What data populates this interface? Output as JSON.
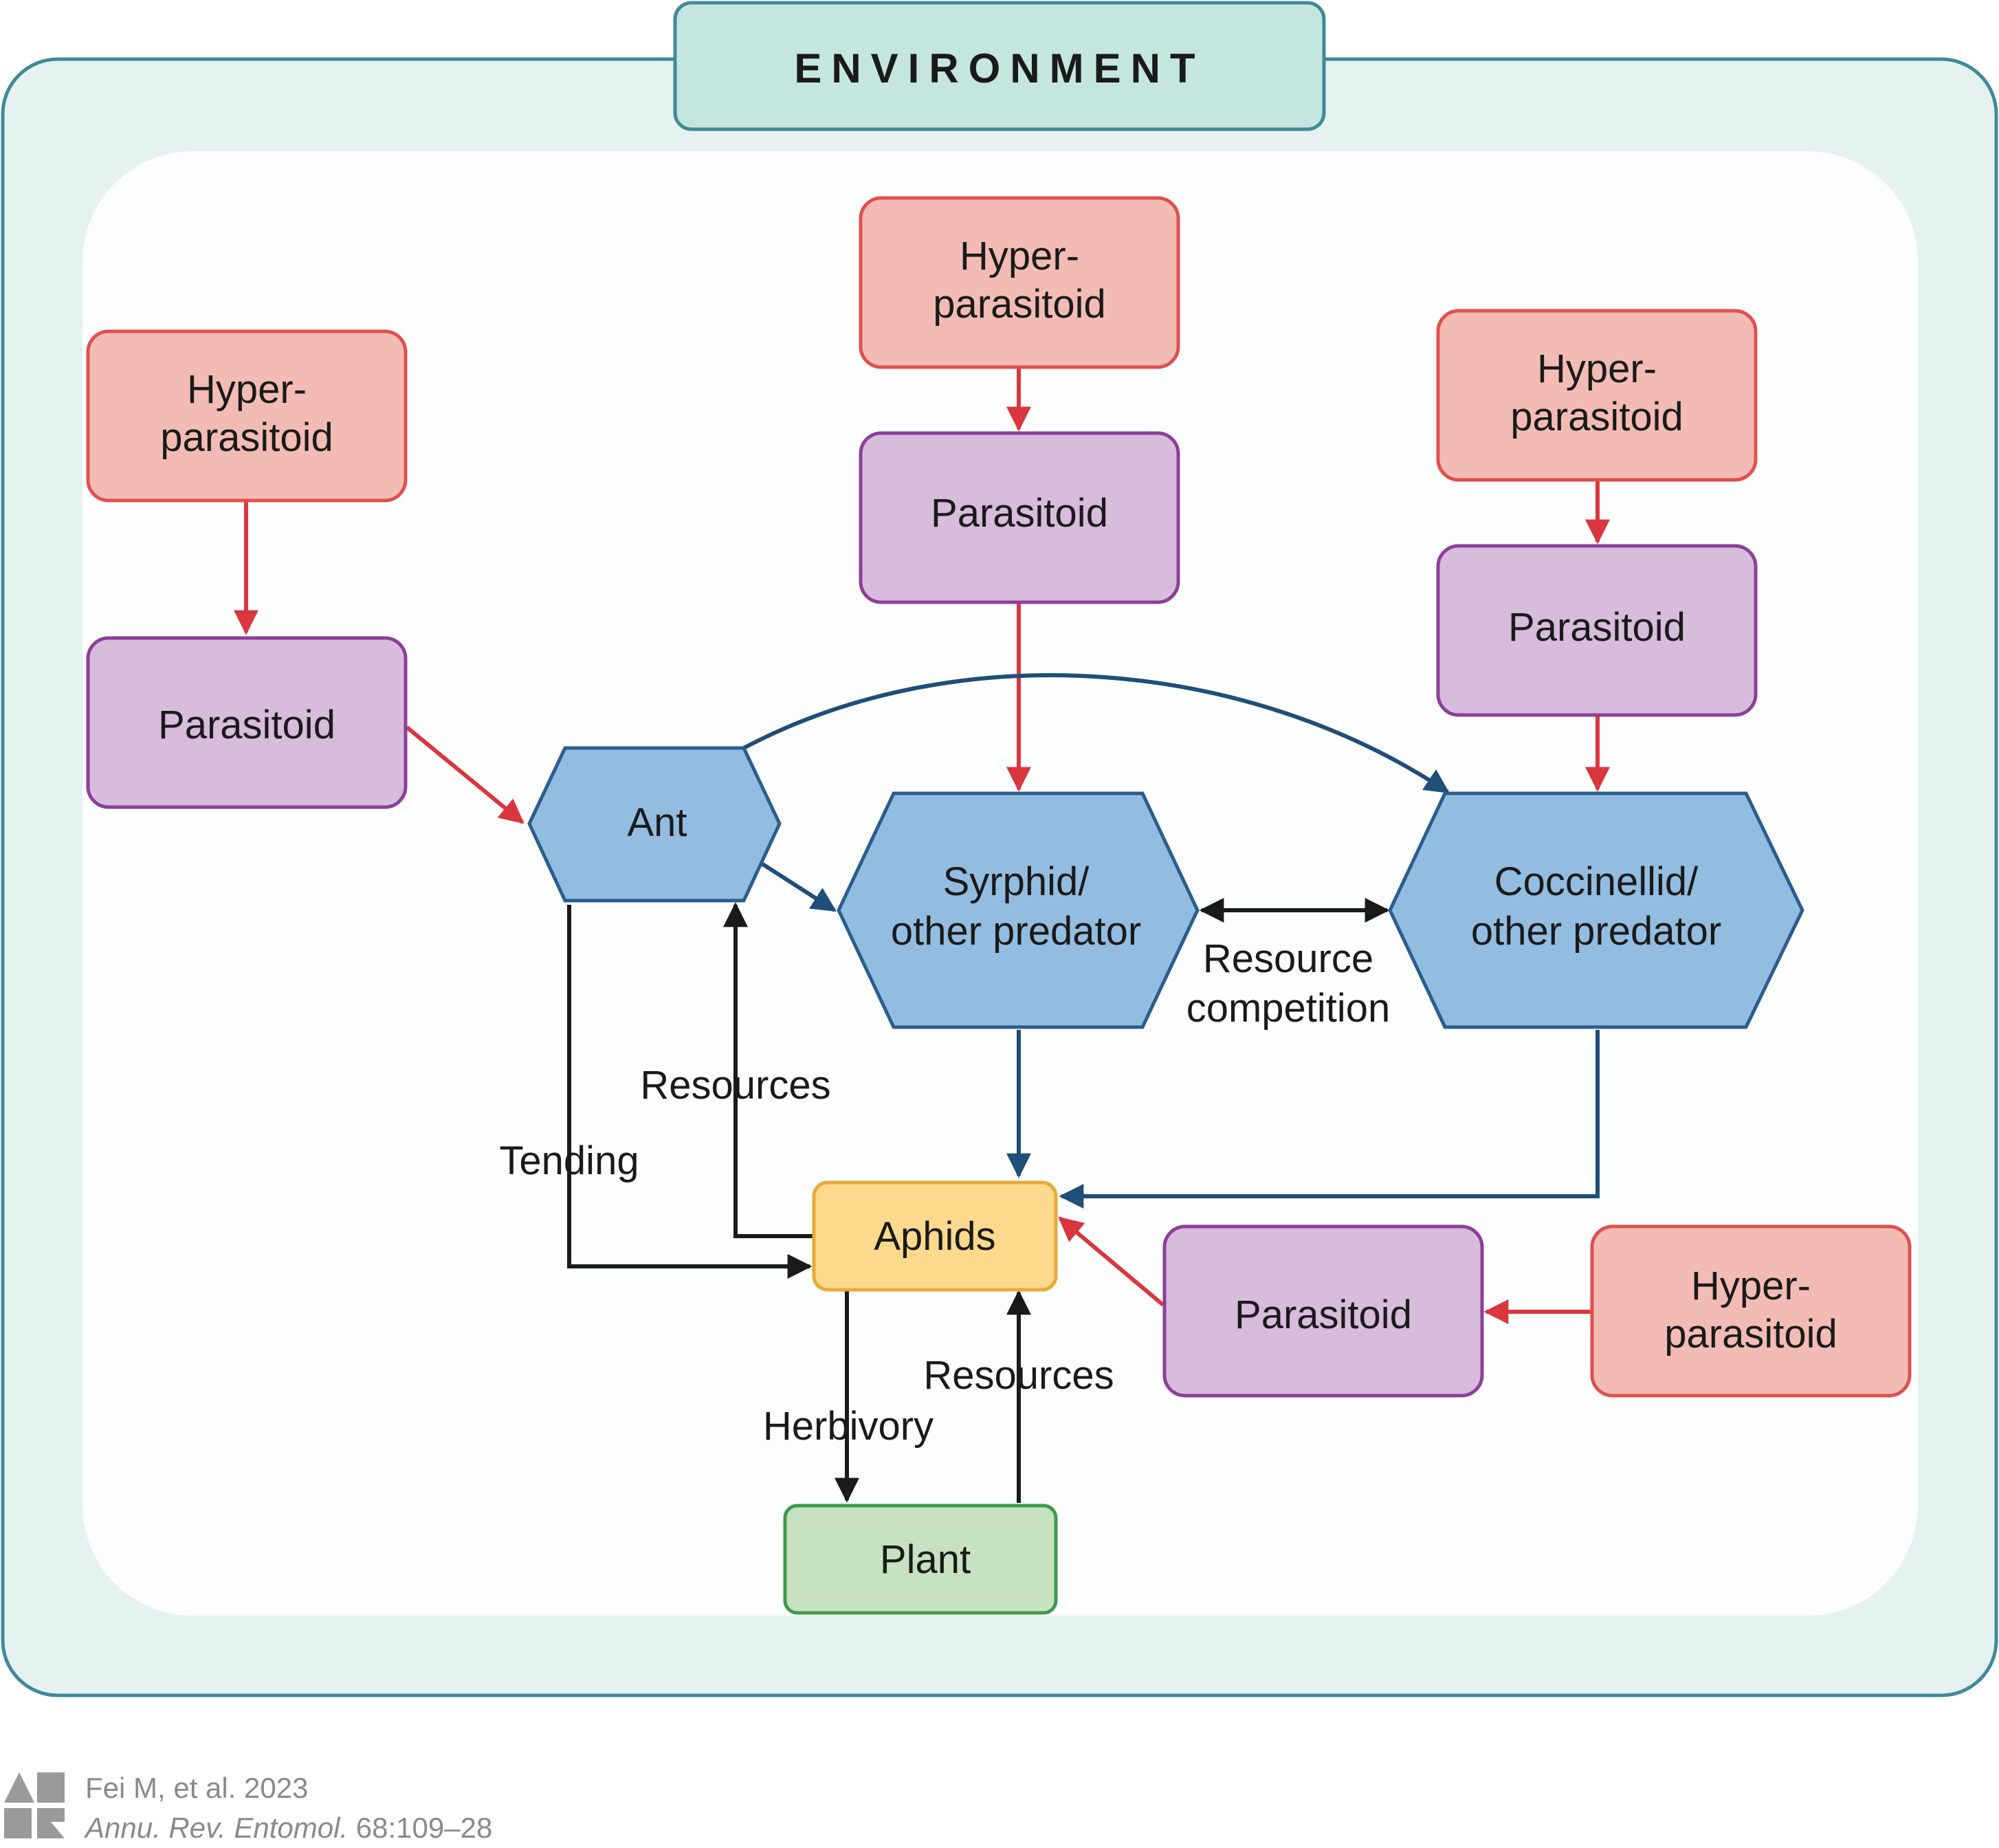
{
  "environment": {
    "title": "ENVIRONMENT"
  },
  "colors": {
    "red_arrow": "#d9363e",
    "blue_arrow": "#1f4e79",
    "black_arrow": "#1a1a1a",
    "hyperparasitoid_fill": "#f2bcb4",
    "hyperparasitoid_stroke": "#e0504f",
    "parasitoid_fill": "#d7bcdc",
    "parasitoid_stroke": "#8c3f99",
    "predator_fill": "#93bde0",
    "predator_stroke": "#2b5d8d",
    "aphids_fill": "#fcd98c",
    "aphids_stroke": "#e8a93a",
    "plant_fill": "#c6e2c1",
    "plant_stroke": "#3e9a4b",
    "environment_fill": "#e6f2ef",
    "environment_stroke": "#3f8a99",
    "title_fill": "#c4e6df"
  },
  "nodes": {
    "hyper_left": {
      "line1": "Hyper-",
      "line2": "parasitoid"
    },
    "parasitoid_left": {
      "label": "Parasitoid"
    },
    "hyper_center": {
      "line1": "Hyper-",
      "line2": "parasitoid"
    },
    "parasitoid_center": {
      "label": "Parasitoid"
    },
    "hyper_right": {
      "line1": "Hyper-",
      "line2": "parasitoid"
    },
    "parasitoid_right": {
      "label": "Parasitoid"
    },
    "ant": {
      "label": "Ant"
    },
    "syrphid": {
      "line1": "Syrphid/",
      "line2": "other predator"
    },
    "coccinellid": {
      "line1": "Coccinellid/",
      "line2": "other predator"
    },
    "aphids": {
      "label": "Aphids"
    },
    "plant": {
      "label": "Plant"
    },
    "parasitoid_bottom": {
      "label": "Parasitoid"
    },
    "hyper_bottom": {
      "line1": "Hyper-",
      "line2": "parasitoid"
    }
  },
  "edge_labels": {
    "resource_competition_line1": "Resource",
    "resource_competition_line2": "competition",
    "resources_ant": "Resources",
    "tending": "Tending",
    "herbivory": "Herbivory",
    "resources_plant": "Resources"
  },
  "citation": {
    "line1": "Fei M, et al. 2023",
    "journal": "Annu. Rev. Entomol.",
    "volume_pages": " 68:109–28"
  }
}
